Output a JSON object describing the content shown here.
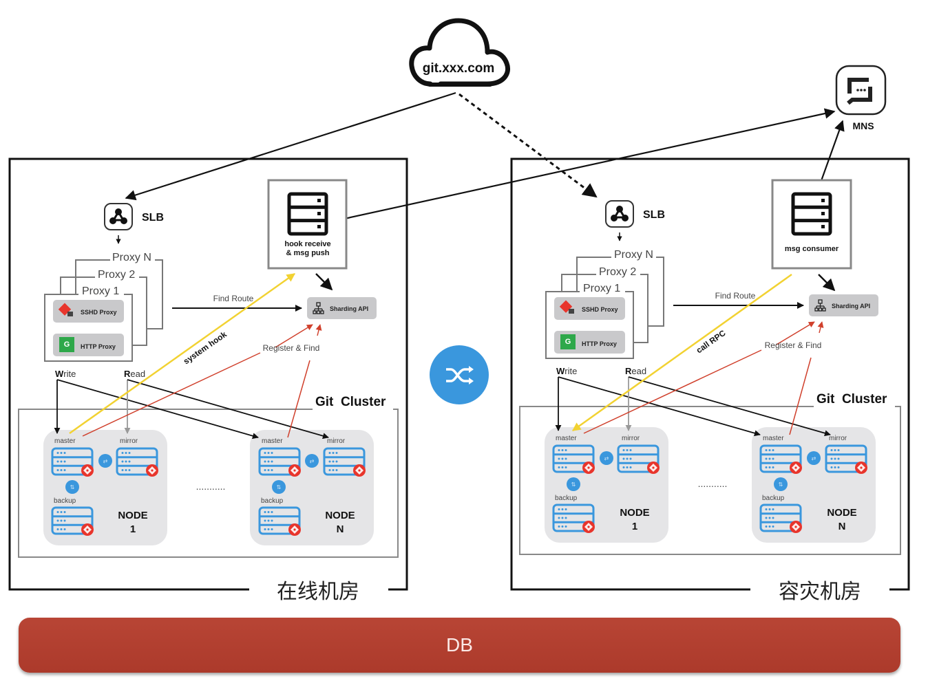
{
  "internet": {
    "domain": "git.xxx.com"
  },
  "mns": {
    "label": "MNS"
  },
  "sync_icon": "shuffle-icon",
  "db": {
    "label": "DB"
  },
  "datacenters": [
    {
      "name": "在线机房",
      "slb_label": "SLB",
      "proxies": [
        "Proxy N",
        "Proxy 2",
        "Proxy 1"
      ],
      "sshd_proxy": "SSHD Proxy",
      "http_proxy": "HTTP Proxy",
      "service_box": [
        "hook receive",
        "& msg push"
      ],
      "sharding_api": "Sharding API",
      "find_route": "Find Route",
      "register_find": "Register & Find",
      "yellow_link": "system hook",
      "write_label": {
        "first": "W",
        "rest": "rite"
      },
      "read_label": {
        "first": "R",
        "rest": "ead"
      },
      "cluster_title": "Git  Cluster",
      "ellipsis": "...........",
      "nodes": [
        {
          "title": "NODE",
          "index": "1",
          "master": "master",
          "mirror": "mirror",
          "backup": "backup"
        },
        {
          "title": "NODE",
          "index": "N",
          "master": "master",
          "mirror": "mirror",
          "backup": "backup"
        }
      ]
    },
    {
      "name": "容灾机房",
      "slb_label": "SLB",
      "proxies": [
        "Proxy N",
        "Proxy 2",
        "Proxy 1"
      ],
      "sshd_proxy": "SSHD Proxy",
      "http_proxy": "HTTP Proxy",
      "service_box": [
        "msg consumer"
      ],
      "sharding_api": "Sharding API",
      "find_route": "Find Route",
      "register_find": "Register & Find",
      "yellow_link": "call RPC",
      "write_label": {
        "first": "W",
        "rest": "rite"
      },
      "read_label": {
        "first": "R",
        "rest": "ead"
      },
      "cluster_title": "Git  Cluster",
      "ellipsis": "...........",
      "nodes": [
        {
          "title": "NODE",
          "index": "1",
          "master": "master",
          "mirror": "mirror",
          "backup": "backup"
        },
        {
          "title": "NODE",
          "index": "N",
          "master": "master",
          "mirror": "mirror",
          "backup": "backup"
        }
      ]
    }
  ],
  "colors": {
    "yellow": "#f2d232",
    "red": "#d0402c",
    "blue": "#3a97dd",
    "db": "#b0402f",
    "git_red": "#e8352c"
  }
}
